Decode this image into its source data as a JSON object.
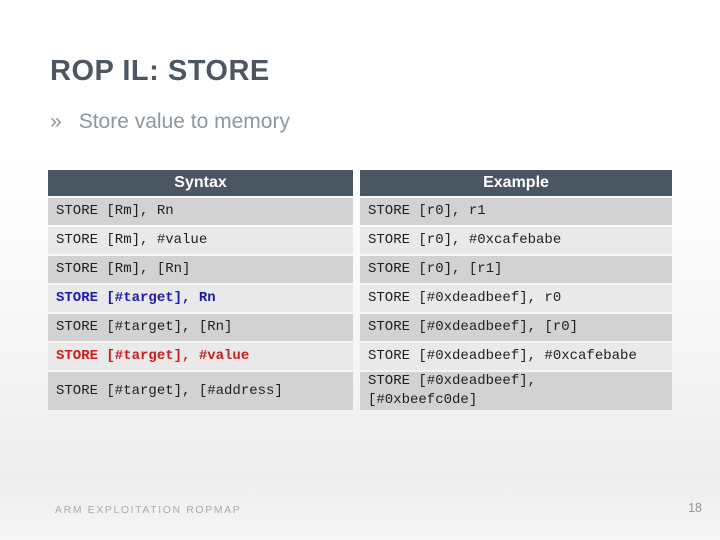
{
  "slide": {
    "title": "ROP IL: STORE",
    "bullet": {
      "marker": "»",
      "text": "Store value to memory"
    },
    "footer_text": "ARM EXPLOITATION ROPMAP",
    "page_number": "18"
  },
  "table": {
    "headers": {
      "syntax": "Syntax",
      "example": "Example"
    },
    "rows": [
      {
        "syntax": "STORE [Rm], Rn",
        "example": "STORE [r0], r1",
        "style": "normal"
      },
      {
        "syntax": "STORE [Rm], #value",
        "example": "STORE [r0], #0xcafebabe",
        "style": "normal"
      },
      {
        "syntax": "STORE [Rm], [Rn]",
        "example": "STORE [r0], [r1]",
        "style": "normal"
      },
      {
        "syntax": "STORE [#target], Rn",
        "example": "STORE [#0xdeadbeef], r0",
        "style": "blue"
      },
      {
        "syntax": "STORE [#target], [Rn]",
        "example": "STORE [#0xdeadbeef], [r0]",
        "style": "normal"
      },
      {
        "syntax": "STORE [#target], #value",
        "example": "STORE [#0xdeadbeef], #0xcafebabe",
        "style": "red"
      },
      {
        "syntax": "STORE [#target], [#address]",
        "example": "STORE [#0xdeadbeef],\n[#0xbeefc0de]",
        "style": "normal"
      }
    ]
  },
  "colors": {
    "header_bg": "#4a5661",
    "row_dark": "#d2d2d2",
    "row_light": "#e9e9e9",
    "title_text": "#4d5661",
    "subtitle_text": "#8d97a0",
    "code_text": "#1e1e1e",
    "highlight_blue": "#1c18b0",
    "highlight_red": "#d01a1a"
  }
}
